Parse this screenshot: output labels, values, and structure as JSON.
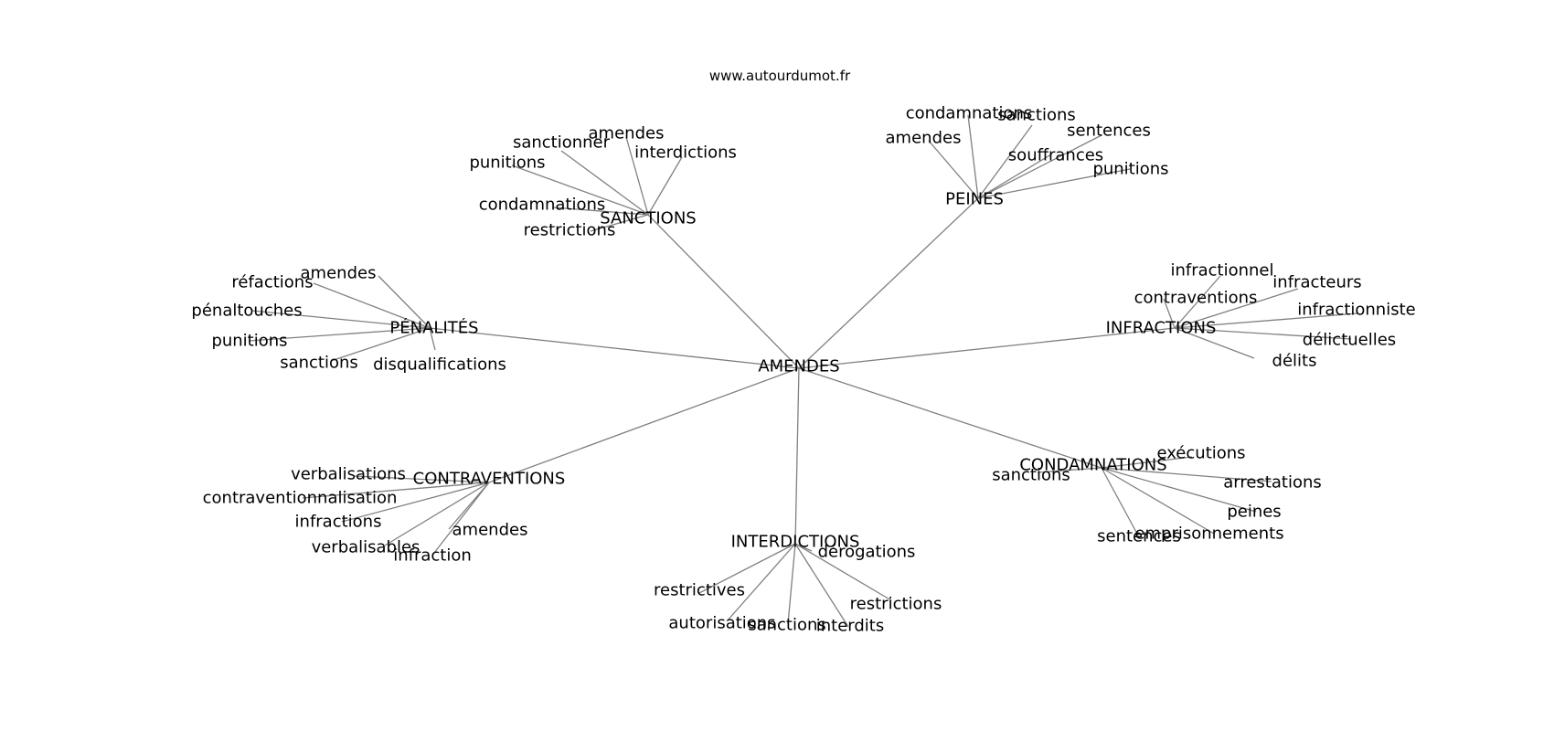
{
  "source": "www.autourdumot.fr",
  "graph": {
    "center": "AMENDES",
    "hubs": [
      {
        "label": "SANCTIONS",
        "words": [
          "sanctionner",
          "amendes",
          "interdictions",
          "punitions",
          "condamnations",
          "restrictions"
        ]
      },
      {
        "label": "PEINES",
        "words": [
          "condamnations",
          "sanctions",
          "amendes",
          "sentences",
          "souffrances",
          "punitions"
        ]
      },
      {
        "label": "PÉNALITÉS",
        "words": [
          "amendes",
          "réfactions",
          "pénaltouches",
          "punitions",
          "sanctions",
          "disqualifications"
        ]
      },
      {
        "label": "INFRACTIONS",
        "words": [
          "infractionnel",
          "infracteurs",
          "contraventions",
          "infractionniste",
          "délictuelles",
          "délits"
        ]
      },
      {
        "label": "CONTRAVENTIONS",
        "words": [
          "verbalisations",
          "contraventionnalisation",
          "infractions",
          "amendes",
          "verbalisables",
          "infraction"
        ]
      },
      {
        "label": "CONDAMNATIONS",
        "words": [
          "exécutions",
          "sanctions",
          "arrestations",
          "peines",
          "emprisonnements",
          "sentences"
        ]
      },
      {
        "label": "INTERDICTIONS",
        "words": [
          "dérogations",
          "restrictives",
          "restrictions",
          "autorisations",
          "sanctions",
          "interdits"
        ]
      }
    ]
  }
}
